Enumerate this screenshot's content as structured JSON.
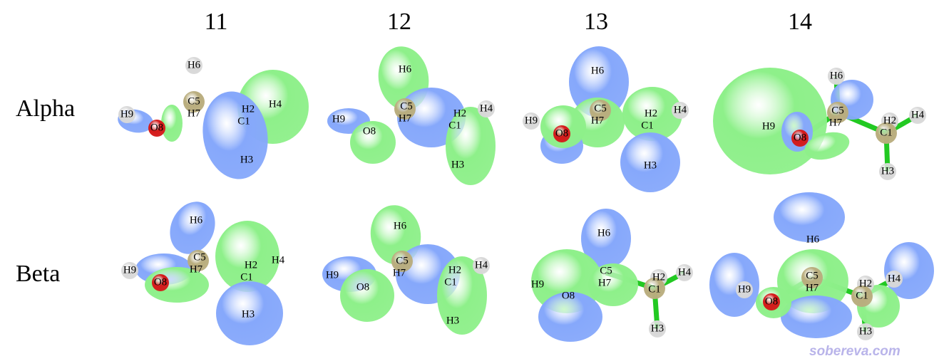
{
  "columns": [
    "11",
    "12",
    "13",
    "14"
  ],
  "rows": [
    "Alpha",
    "Beta"
  ],
  "colors": {
    "positive_lobe": "#8ef08a",
    "negative_lobe": "#86a8fb",
    "oxygen": "#d41a1a",
    "carbon": "#b9ad7e",
    "hydrogen": "#d8d8d8",
    "bond": "#22c922"
  },
  "atom_labels": [
    "H6",
    "H9",
    "O8",
    "C5",
    "H7",
    "H2",
    "C1",
    "H4",
    "H3"
  ],
  "watermark": "sobereva.com"
}
